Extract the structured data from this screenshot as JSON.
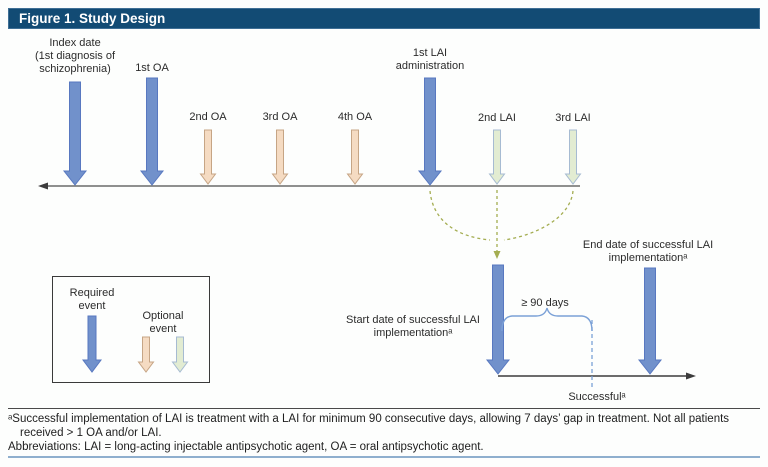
{
  "title": "Figure 1. Study Design",
  "labels": {
    "index_date_l1": "Index date",
    "index_date_l2": "(1st diagnosis of",
    "index_date_l3": "schizophrenia)",
    "oa1": "1st OA",
    "oa2": "2nd OA",
    "oa3": "3rd OA",
    "oa4": "4th OA",
    "lai1_l1": "1st LAI",
    "lai1_l2": "administration",
    "lai2": "2nd LAI",
    "lai3": "3rd LAI",
    "start_l1": "Start date of successful LAI",
    "start_l2": "implementationᵃ",
    "end_l1": "End date of successful LAI",
    "end_l2": "implementationᵃ",
    "duration": "≥ 90 days",
    "successful": "Successfulᵃ"
  },
  "legend": {
    "required_l1": "Required",
    "required_l2": "event",
    "optional_l1": "Optional",
    "optional_l2": "event"
  },
  "footnotes": {
    "note_a": "ᵃSuccessful implementation of LAI is treatment with a LAI for minimum 90 consecutive days, allowing 7 days’ gap in treatment. Not all patients received > 1 OA and/or LAI.",
    "abbreviations": "Abbreviations: LAI = long-acting injectable antipsychotic agent, OA = oral antipsychotic agent."
  },
  "colors": {
    "header_bg": "#124b74",
    "required_fill": "#7191cb",
    "required_stroke": "#5878c0",
    "oa_fill": "#f5dbc2",
    "oa_stroke": "#c6a585",
    "lai_fill": "#e2ecd2",
    "lai_stroke": "#a6bbd2",
    "dashed_olive": "#a4ad51",
    "brace_blue": "#7ba1d7",
    "timeline": "#6b6b6b",
    "timeline2": "#3c3c3c"
  }
}
